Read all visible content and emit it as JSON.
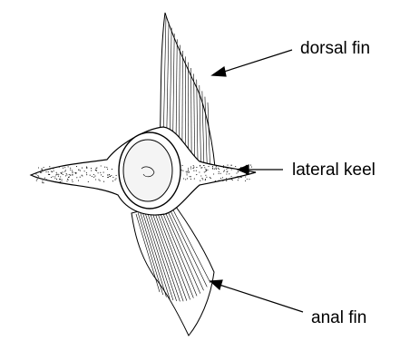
{
  "labels": {
    "dorsal_fin": "dorsal fin",
    "lateral_keel": "lateral keel",
    "anal_fin": "anal fin"
  },
  "colors": {
    "ink": "#000000",
    "background": "#ffffff"
  }
}
